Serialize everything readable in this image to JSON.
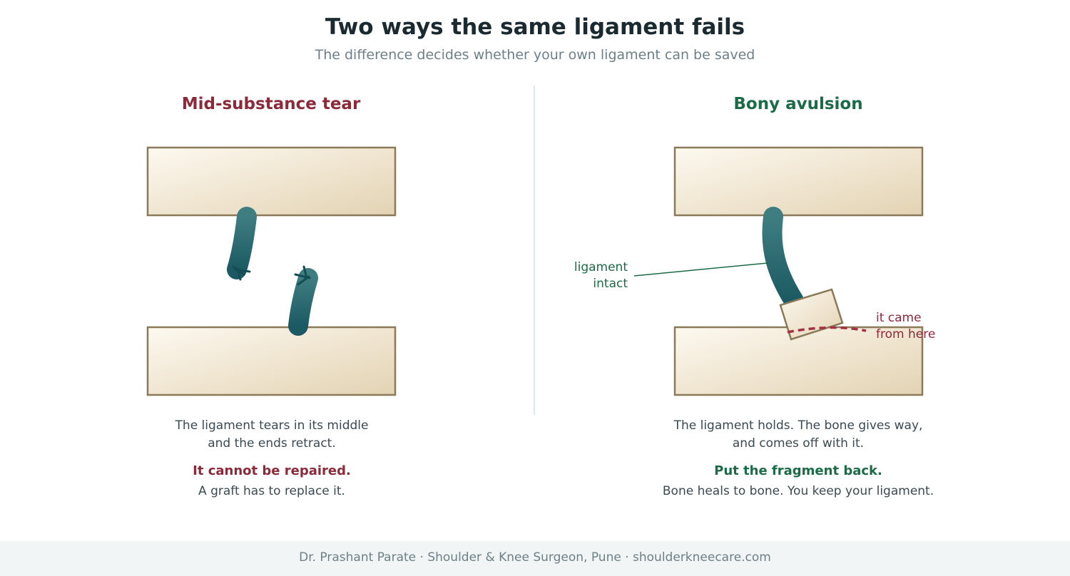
{
  "title": "Two ways the same ligament fails",
  "subtitle": "The difference decides whether your own ligament can be saved",
  "left_panel": {
    "heading": "Mid-substance tear",
    "caption_line1": "The ligament tears in its middle",
    "caption_line2": "and the ends retract.",
    "verdict": "It cannot be repaired.",
    "note": "A graft has to replace it."
  },
  "right_panel": {
    "heading": "Bony avulsion",
    "label_ligament_line1": "ligament",
    "label_ligament_line2": "intact",
    "label_origin_line1": "it came",
    "label_origin_line2": "from here",
    "caption_line1": "The ligament holds. The bone gives way,",
    "caption_line2": "and comes off with it.",
    "verdict": "Put the fragment back.",
    "note": "Bone heals to bone. You keep your ligament."
  },
  "footer": "Dr. Prashant Parate · Shoulder & Knee Surgeon, Pune · shoulderkneecare.com",
  "colors": {
    "bone_fill_light": "#fdf9f0",
    "bone_fill_dark": "#e3d3b3",
    "bone_stroke": "#8a7a5a",
    "ligament_light": "#3e7d80",
    "ligament_dark": "#1b5a62",
    "tear_red": "#8b2a3a",
    "success_green": "#1d6a46"
  }
}
